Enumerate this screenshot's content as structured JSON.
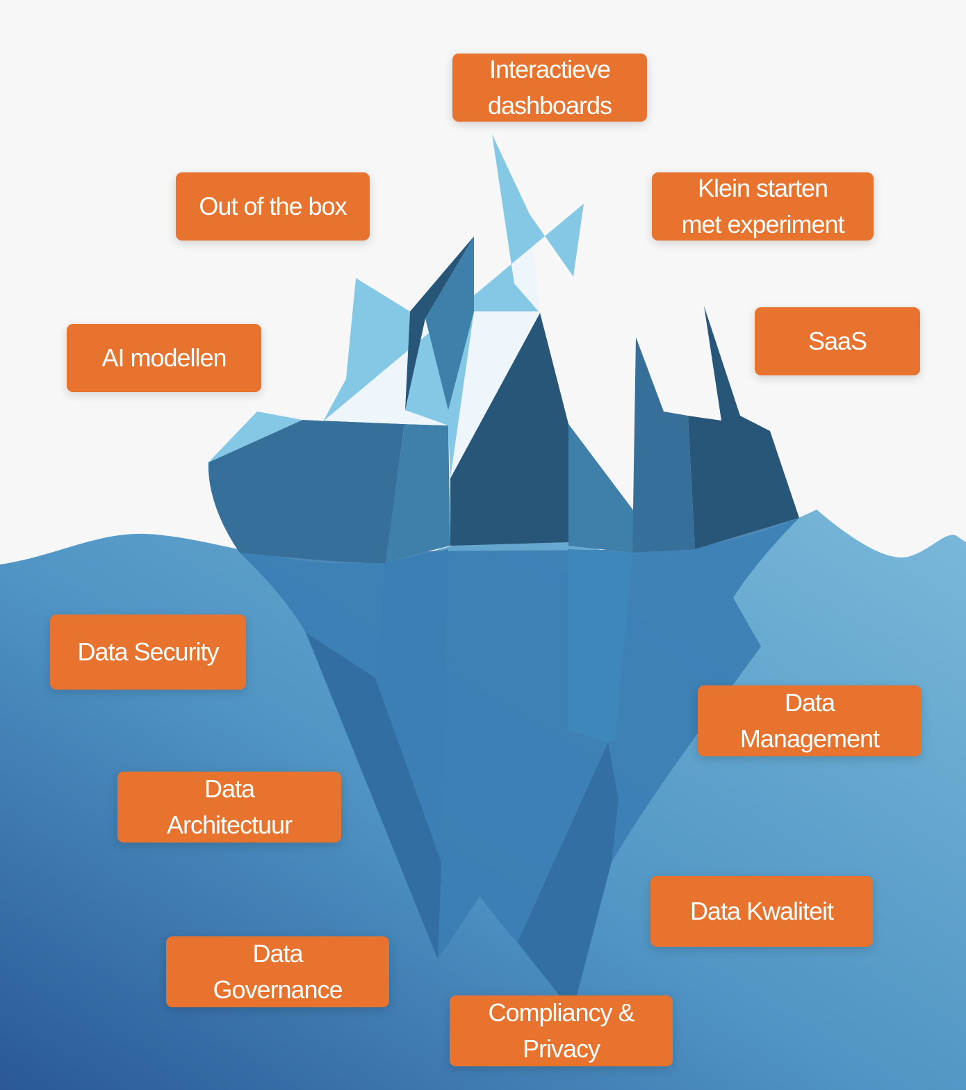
{
  "colors": {
    "label_bg": "#e8732e",
    "label_text": "#ffffff",
    "background": "#f7f7f7",
    "water_light": "#7ab9d9",
    "water_dark": "#2a5996"
  },
  "labels": {
    "interactive_dashboards": [
      "Interactieve",
      "dashboards"
    ],
    "out_of_the_box": [
      "Out of the box"
    ],
    "klein_starten": [
      "Klein starten",
      "met experiment"
    ],
    "saas": [
      "SaaS"
    ],
    "ai_modellen": [
      "AI modellen"
    ],
    "data_security": [
      "Data Security"
    ],
    "data_management": [
      "Data",
      "Management"
    ],
    "data_architectuur": [
      "Data",
      "Architectuur"
    ],
    "data_kwaliteit": [
      "Data Kwaliteit"
    ],
    "data_governance": [
      "Data",
      "Governance"
    ],
    "compliancy_privacy": [
      "Compliancy &",
      "Privacy"
    ]
  }
}
